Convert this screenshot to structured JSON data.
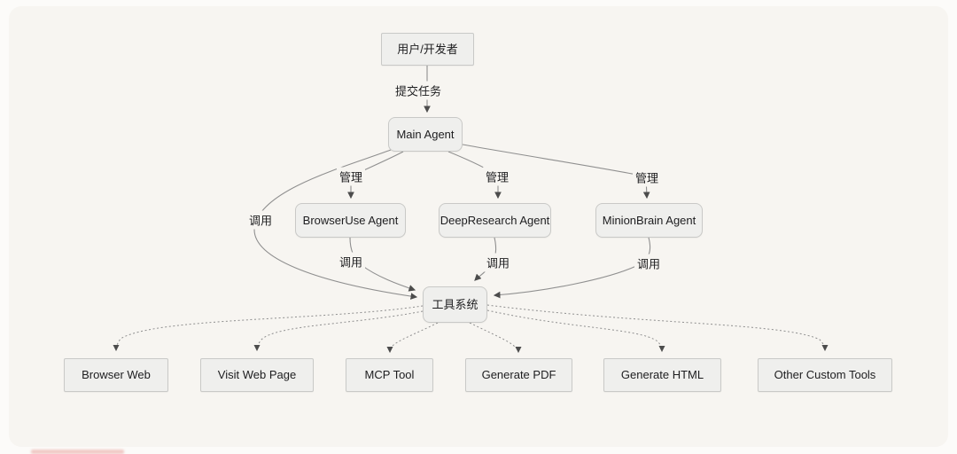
{
  "diagram_type": "flowchart",
  "nodes": {
    "user": "用户/开发者",
    "main_agent": "Main Agent",
    "browseruse_agent": "BrowserUse Agent",
    "deepresearch_agent": "DeepResearch Agent",
    "minionbrain_agent": "MinionBrain Agent",
    "tool_system": "工具系统",
    "browser_web": "Browser Web",
    "visit_web_page": "Visit Web Page",
    "mcp_tool": "MCP Tool",
    "generate_pdf": "Generate PDF",
    "generate_html": "Generate HTML",
    "other_custom_tools": "Other Custom Tools"
  },
  "edges": [
    {
      "from": "user",
      "to": "main_agent",
      "label": "提交任务",
      "line_style": "solid"
    },
    {
      "from": "main_agent",
      "to": "browseruse_agent",
      "label": "管理",
      "line_style": "solid"
    },
    {
      "from": "main_agent",
      "to": "deepresearch_agent",
      "label": "管理",
      "line_style": "solid"
    },
    {
      "from": "main_agent",
      "to": "minionbrain_agent",
      "label": "管理",
      "line_style": "solid"
    },
    {
      "from": "main_agent",
      "to": "tool_system",
      "label": "调用",
      "line_style": "solid"
    },
    {
      "from": "browseruse_agent",
      "to": "tool_system",
      "label": "调用",
      "line_style": "solid"
    },
    {
      "from": "deepresearch_agent",
      "to": "tool_system",
      "label": "调用",
      "line_style": "solid"
    },
    {
      "from": "minionbrain_agent",
      "to": "tool_system",
      "label": "调用",
      "line_style": "solid"
    },
    {
      "from": "tool_system",
      "to": "browser_web",
      "label": "",
      "line_style": "dotted"
    },
    {
      "from": "tool_system",
      "to": "visit_web_page",
      "label": "",
      "line_style": "dotted"
    },
    {
      "from": "tool_system",
      "to": "mcp_tool",
      "label": "",
      "line_style": "dotted"
    },
    {
      "from": "tool_system",
      "to": "generate_pdf",
      "label": "",
      "line_style": "dotted"
    },
    {
      "from": "tool_system",
      "to": "generate_html",
      "label": "",
      "line_style": "dotted"
    },
    {
      "from": "tool_system",
      "to": "other_custom_tools",
      "label": "",
      "line_style": "dotted"
    }
  ],
  "colors": {
    "canvas": "#fcfbf9",
    "panel": "#f7f5f1",
    "node_fill": "#efefed",
    "node_border": "#c9c9c7",
    "edge": "#8f8f8f",
    "arrow": "#4c4c4c",
    "text": "#1d1d1f"
  }
}
